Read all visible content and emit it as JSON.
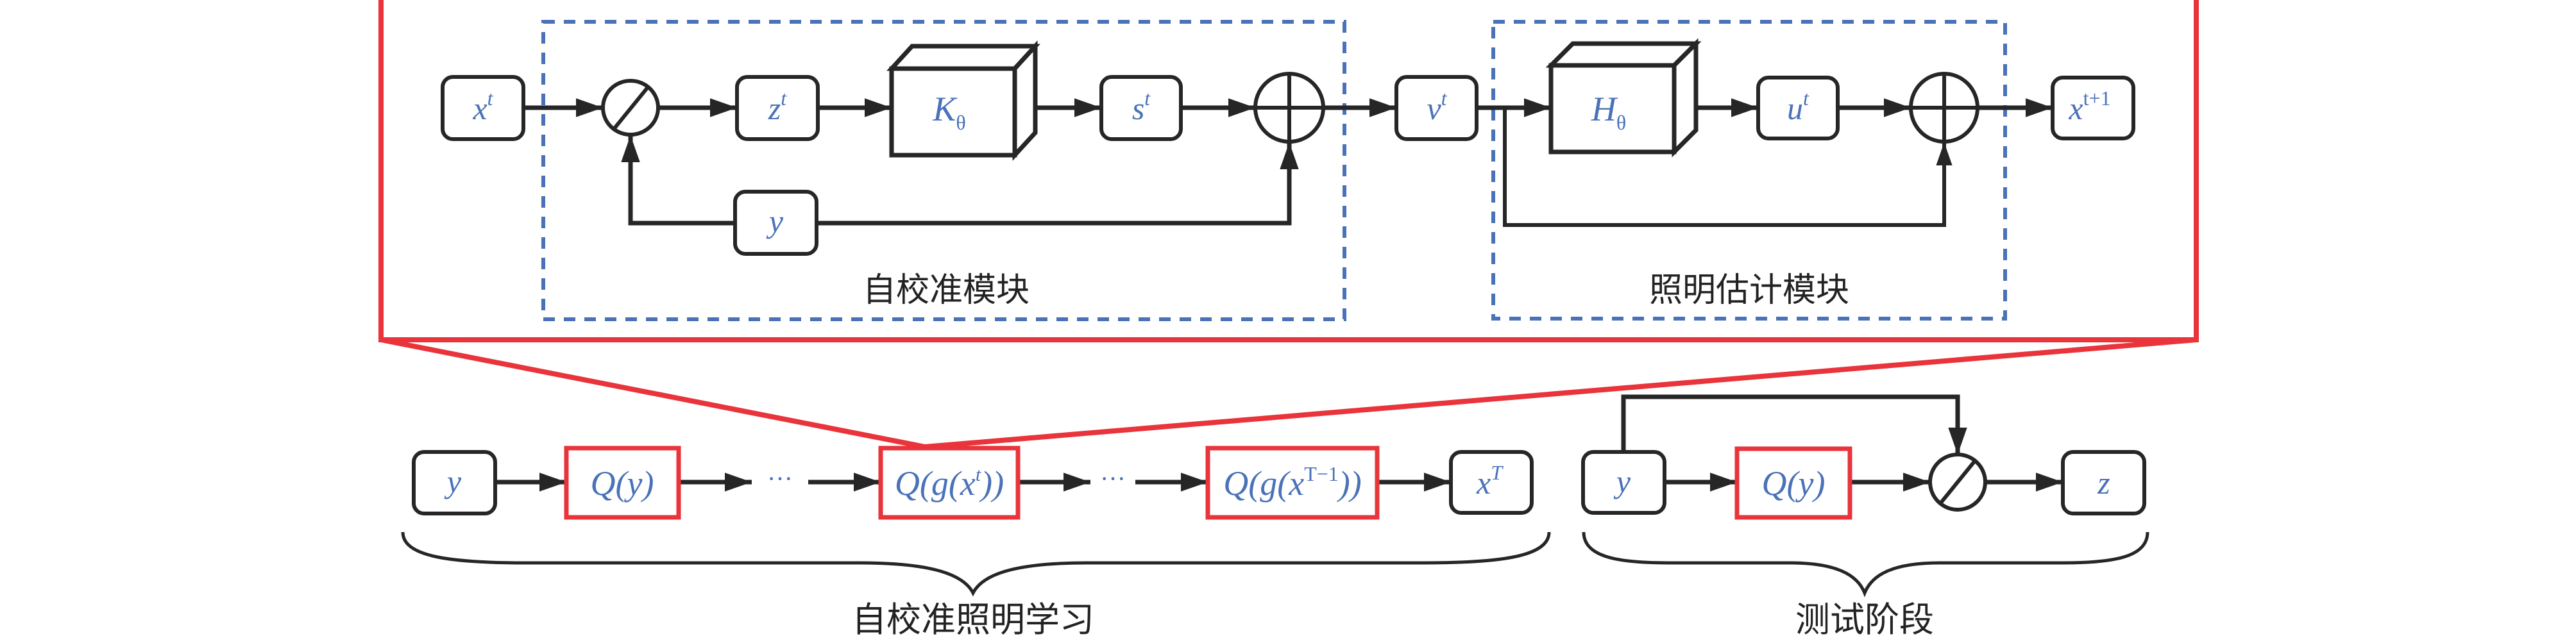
{
  "figure": {
    "colors": {
      "accent_red": "#e8343a",
      "math_blue": "#4a72b8",
      "stroke_dark": "#262626",
      "dashed_blue": "#4a72b8"
    },
    "zoom_inset": {
      "self_calibration_module": {
        "label": "自校准模块",
        "input": {
          "base": "x",
          "sup": "t"
        },
        "divide_op": "divide-icon",
        "intermediate": {
          "base": "z",
          "sup": "t"
        },
        "network": {
          "base": "K",
          "sub": "θ"
        },
        "output": {
          "base": "s",
          "sup": "t"
        },
        "add_op": "plus-icon",
        "feedback": {
          "base": "y"
        }
      },
      "bridge": {
        "base": "v",
        "sup": "t"
      },
      "illumination_estimation_module": {
        "label": "照明估计模块",
        "network": {
          "base": "H",
          "sub": "θ"
        },
        "output": {
          "base": "u",
          "sup": "t"
        },
        "add_op": "plus-icon"
      },
      "final_output": {
        "base": "x",
        "sup": "t+1"
      }
    },
    "training": {
      "label": "自校准照明学习",
      "stages": [
        {
          "kind": "node",
          "base": "y"
        },
        {
          "kind": "q",
          "text": "Q(y)"
        },
        {
          "kind": "ellipsis",
          "text": "···"
        },
        {
          "kind": "q",
          "text_pre": "Q(g(",
          "base": "x",
          "sup": "t",
          "text_post": "))"
        },
        {
          "kind": "ellipsis",
          "text": "···"
        },
        {
          "kind": "q",
          "text_pre": "Q(g(",
          "base": "x",
          "sup": "T−1",
          "text_post": "))"
        },
        {
          "kind": "node",
          "base": "x",
          "sup": "T"
        }
      ]
    },
    "testing": {
      "label": "测试阶段",
      "input": {
        "base": "y"
      },
      "q_block": {
        "text": "Q(y)"
      },
      "divide_op": "divide-icon",
      "output": {
        "base": "z"
      }
    }
  }
}
